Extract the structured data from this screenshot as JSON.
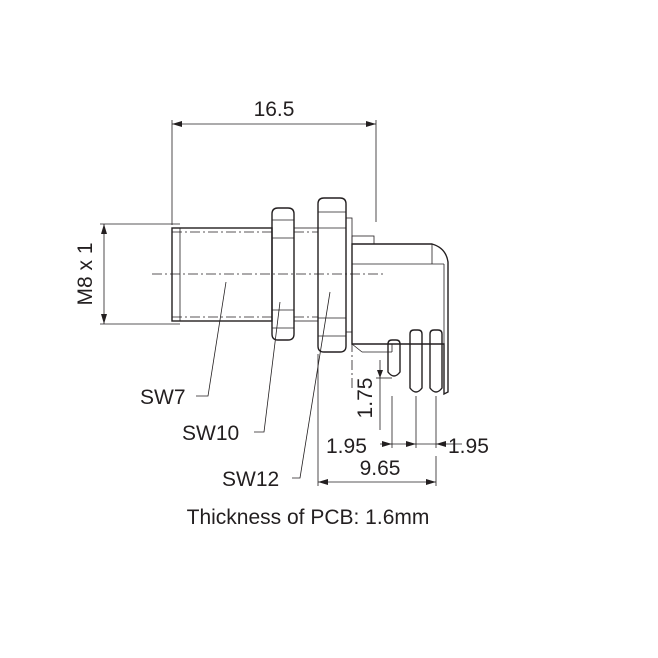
{
  "drawing": {
    "dimensions": {
      "overall_length": "16.5",
      "thread": "M8 x 1",
      "pin_offset": "1.75",
      "pitch_left": "1.95",
      "pitch_right": "1.95",
      "housing_depth": "9.65"
    },
    "labels": {
      "sw7": "SW7",
      "sw10": "SW10",
      "sw12": "SW12"
    },
    "note": "Thickness of PCB: 1.6mm"
  }
}
